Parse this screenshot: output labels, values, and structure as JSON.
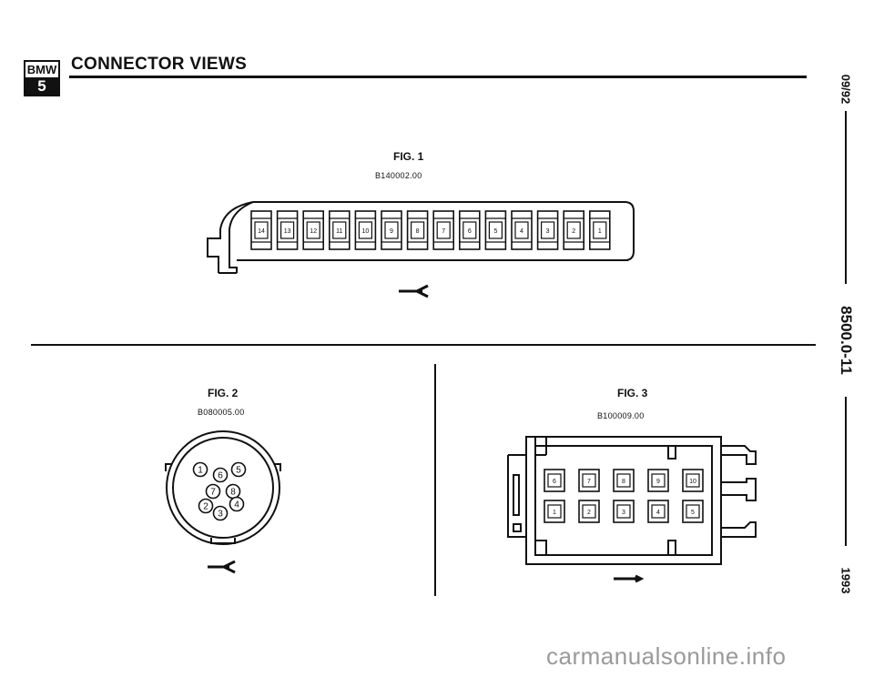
{
  "header": {
    "logo_top": "BMW",
    "logo_bottom": "5",
    "title": "CONNECTOR VIEWS"
  },
  "sidebar": {
    "date": "09/92",
    "page_number": "8500.0-11",
    "year": "1993"
  },
  "fig1": {
    "title": "FIG. 1",
    "code": "B140002.00",
    "pins": [
      "14",
      "13",
      "12",
      "11",
      "10",
      "9",
      "8",
      "7",
      "6",
      "5",
      "4",
      "3",
      "2",
      "1"
    ]
  },
  "fig2": {
    "title": "FIG. 2",
    "code": "B080005.00",
    "pins": [
      "1",
      "6",
      "5",
      "7",
      "8",
      "2",
      "3",
      "4"
    ]
  },
  "fig3": {
    "title": "FIG. 3",
    "code": "B100009.00",
    "pins_top": [
      "6",
      "7",
      "8",
      "9",
      "10"
    ],
    "pins_bottom": [
      "1",
      "2",
      "3",
      "4",
      "5"
    ]
  },
  "footer": {
    "watermark": "carmanualsonline.info"
  }
}
